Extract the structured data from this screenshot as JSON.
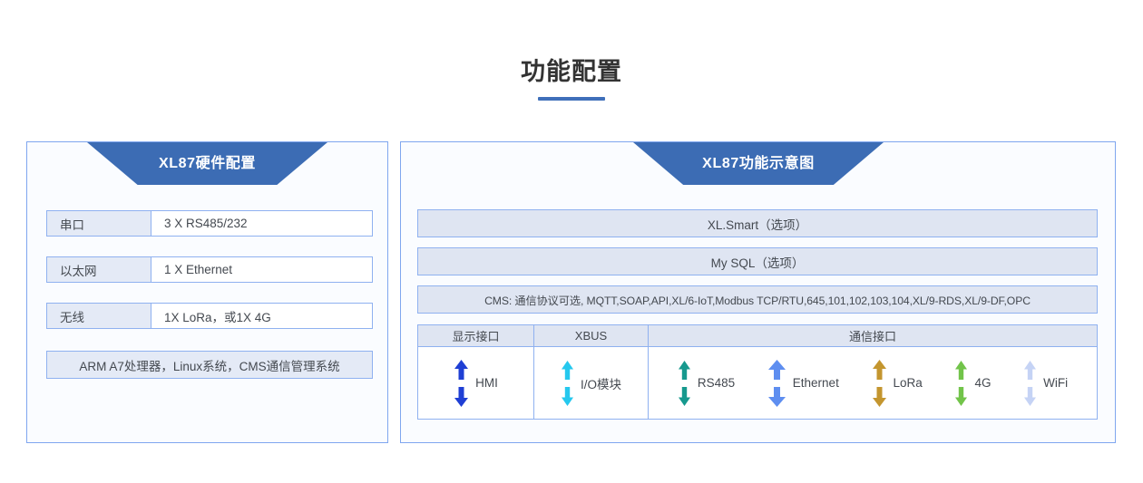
{
  "page": {
    "title": "功能配置"
  },
  "colors": {
    "banner_blue": "#3c6cb4",
    "panel_border": "#7fa6ef",
    "cell_fill": "#e4eaf6",
    "bar_fill": "#dfe5f2",
    "accent_underline": "#3f6fba"
  },
  "left_panel": {
    "banner_title": "XL87硬件配置",
    "rows": [
      {
        "label": "串口",
        "value": "3 X RS485/232"
      },
      {
        "label": "以太网",
        "value": "1 X Ethernet"
      },
      {
        "label": "无线",
        "value": "1X LoRa，或1X 4G"
      }
    ],
    "footer": "ARM A7处理器，Linux系统，CMS通信管理系统"
  },
  "right_panel": {
    "banner_title": "XL87功能示意图",
    "bars": [
      "XL.Smart（选项）",
      "My SQL（选项）",
      "CMS: 通信协议可选, MQTT,SOAP,API,XL/6-IoT,Modbus TCP/RTU,645,101,102,103,104,XL/9-RDS,XL/9-DF,OPC"
    ],
    "interface_headers": {
      "display": "显示接口",
      "xbus": "XBUS",
      "comm": "通信接口"
    },
    "display_port": {
      "label": "HMI",
      "icon": "double-arrow-icon",
      "color": "#1f3fd4"
    },
    "xbus_port": {
      "label": "I/O模块",
      "icon": "double-arrow-icon",
      "color": "#25c8ee"
    },
    "comm_ports": [
      {
        "label": "RS485",
        "icon": "double-arrow-icon",
        "color": "#16998e"
      },
      {
        "label": "Ethernet",
        "icon": "double-arrow-icon",
        "color": "#5e8ef0"
      },
      {
        "label": "LoRa",
        "icon": "double-arrow-icon",
        "color": "#c4962f"
      },
      {
        "label": "4G",
        "icon": "double-arrow-icon",
        "color": "#72c council"
      },
      {
        "label": "WiFi",
        "icon": "double-arrow-icon",
        "color": "#c5d3f5"
      }
    ]
  }
}
